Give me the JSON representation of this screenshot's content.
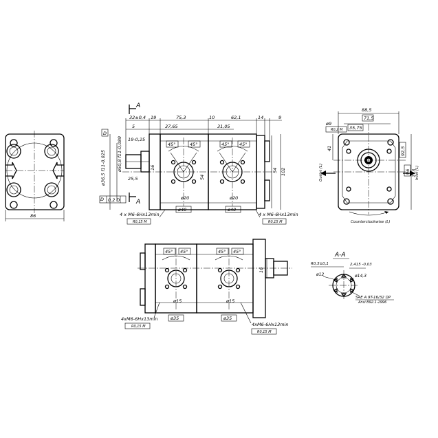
{
  "top_view": {
    "section_mark": "A",
    "dims_top": [
      "32±0,4",
      "19",
      "75,3",
      "10",
      "62,1",
      "14",
      "9"
    ],
    "dims_second": [
      "5",
      "37,65",
      "31,05"
    ],
    "port_dims": [
      "ø40",
      "ø20",
      "ø40",
      "ø20"
    ],
    "port_angle_left": [
      "45°",
      "45°"
    ],
    "port_angle_right": [
      "45°",
      "45°"
    ],
    "vert_dims": [
      "ø50,8 f11-0,089",
      "ø36,5 f11-0,025",
      "102",
      "54",
      "16",
      "25,5",
      "19-0,25"
    ],
    "thread_left": "4 x M6-6Hx13min",
    "thread_right": "4 x M6-6Hx13min",
    "tol_left": "R0,15 M",
    "tol_right": "R0,15 M",
    "datum_label": "D",
    "flatness": "0,2 D",
    "box_label": "D"
  },
  "right_view": {
    "dims": [
      "88,5",
      "71,5",
      "35,75",
      "ø9",
      "R0,2 M",
      "41",
      "92,5",
      "113",
      "96"
    ],
    "outlet_label": "Outlet (L)",
    "inlet_label": "Inlet (L)",
    "rotation_label": "Counterclockwise (L)"
  },
  "left_view": {
    "width_dim": "86"
  },
  "bottom_view": {
    "port_angles": [
      "45°",
      "45°",
      "45°",
      "45°"
    ],
    "port_dims": [
      "ø15",
      "ø35",
      "ø15",
      "ø35"
    ],
    "dim_shaft": "16",
    "thread_left": "4xM6-6Hx13min",
    "thread_right": "4xM6-6Hx13min",
    "tol_left": "R0,15 M",
    "tol_right": "R0,15 M"
  },
  "section": {
    "title": "A-A",
    "dims": [
      "R0,5±0,1",
      "2,415 -0,03",
      "ø12",
      "ø14,3"
    ],
    "spline_spec": "SAE A 9T-16/32 DP",
    "spline_std": "Ansi B92.1-1996"
  }
}
